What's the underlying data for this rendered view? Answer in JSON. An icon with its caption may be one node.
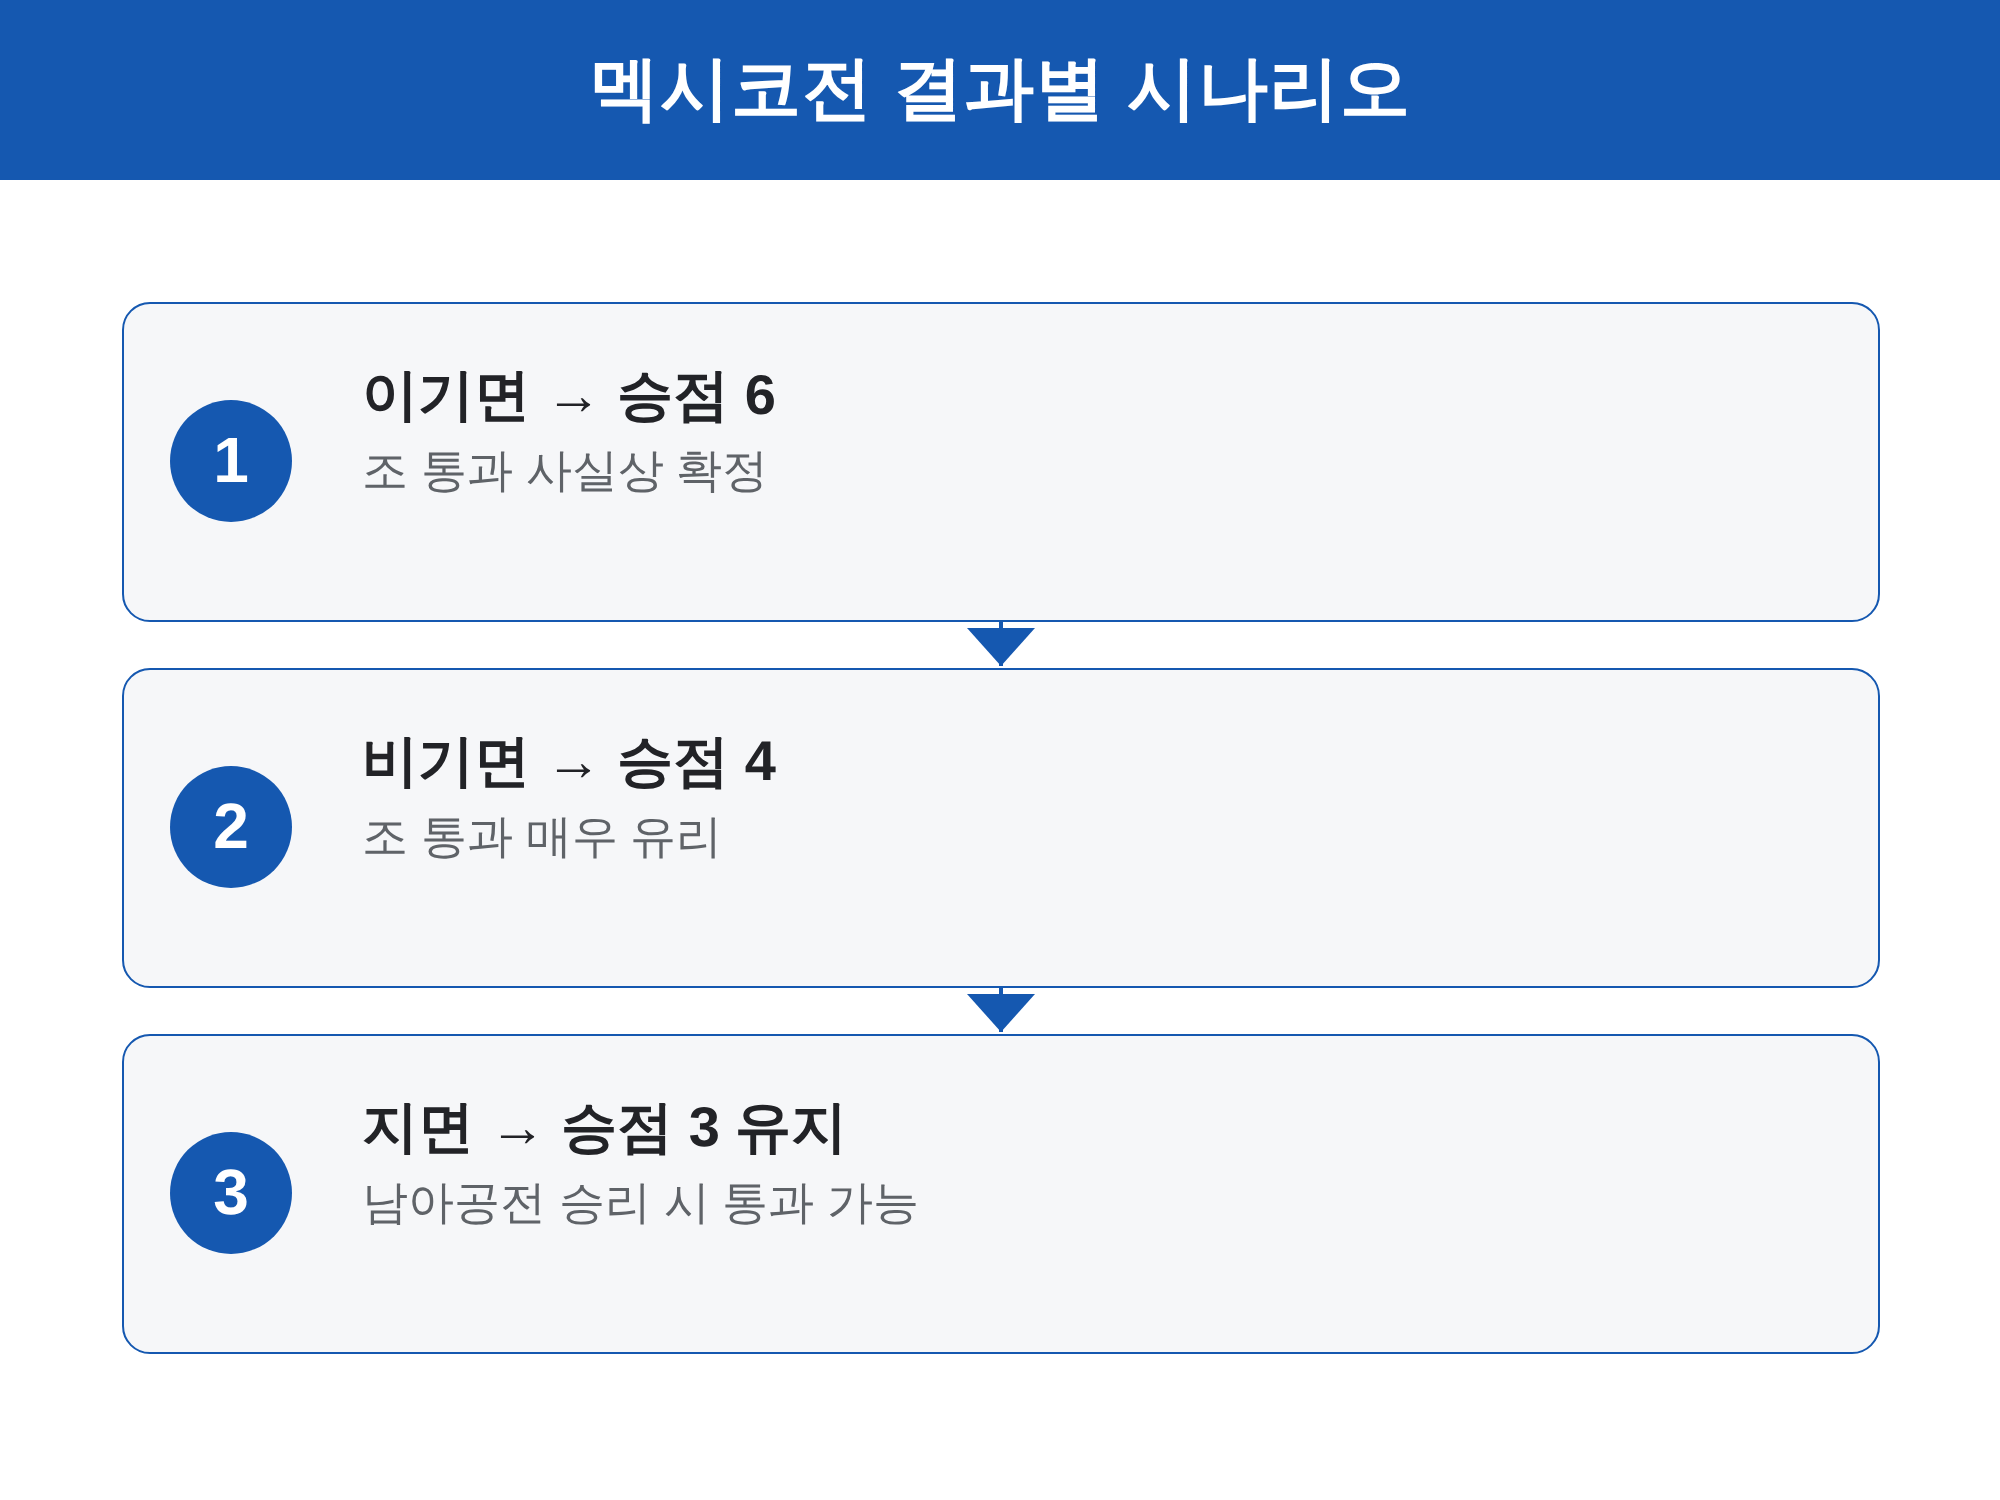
{
  "diagram": {
    "title": "멕시코전 결과별 시나리오",
    "nodes": [
      {
        "text": [
          "이기면 → 승점 6",
          "조 통과 사실상 확정"
        ]
      },
      {
        "text": [
          "1"
        ],
        "in": 0
      },
      {
        "text": [
          "비기면 → 승점 4",
          "조 통과 매우 유리"
        ]
      },
      {
        "text": [
          "2"
        ],
        "in": 2
      },
      {
        "text": [
          "지면 → 승점 3 유지",
          "남아공전 승리 시 통과 가능"
        ]
      },
      {
        "text": [
          "3"
        ],
        "in": 4
      }
    ],
    "edges": [
      {
        "from": 0,
        "to": 2,
        "arrow": "to"
      },
      {
        "from": 2,
        "to": 4,
        "arrow": "to"
      }
    ]
  }
}
